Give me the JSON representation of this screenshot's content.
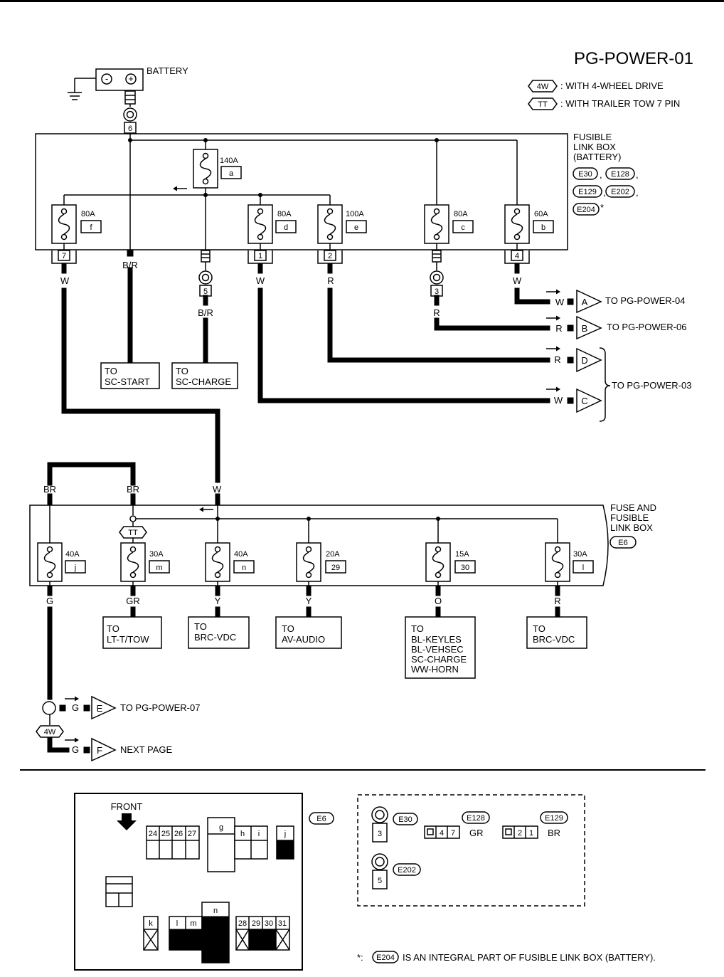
{
  "title": "PG-POWER-01",
  "legend": [
    {
      "tag": "4W",
      "text": ": WITH 4-WHEEL DRIVE"
    },
    {
      "tag": "TT",
      "text": ": WITH TRAILER TOW 7 PIN"
    }
  ],
  "battery": {
    "label": "BATTERY",
    "minus": "-",
    "plus": "+",
    "terminal": "6"
  },
  "fusible_link_box": {
    "label_lines": [
      "FUSIBLE",
      "LINK BOX",
      "(BATTERY)"
    ],
    "connectors": [
      "E30",
      "E128",
      "E129",
      "E202",
      "E204"
    ],
    "asterisk": "*",
    "fuses": [
      {
        "amp": "140A",
        "id": "a"
      },
      {
        "amp": "80A",
        "id": "f"
      },
      {
        "amp": "80A",
        "id": "d"
      },
      {
        "amp": "100A",
        "id": "e"
      },
      {
        "amp": "80A",
        "id": "c"
      },
      {
        "amp": "60A",
        "id": "b"
      }
    ],
    "terminals": [
      "7",
      "5",
      "1",
      "2",
      "3",
      "4"
    ],
    "wire_colors": [
      "W",
      "B/R",
      "B/R",
      "W",
      "R",
      "R",
      "W"
    ]
  },
  "outputs_top": [
    {
      "color": "W",
      "conn": "A",
      "text": "TO PG-POWER-04"
    },
    {
      "color": "R",
      "conn": "B",
      "text": "TO PG-POWER-06"
    },
    {
      "color": "R",
      "conn": "D",
      "text": ""
    },
    {
      "color": "W",
      "conn": "C",
      "text": ""
    }
  ],
  "bracket_text": "TO PG-POWER-03",
  "to_boxes_top": [
    {
      "lines": [
        "TO",
        "SC-START"
      ]
    },
    {
      "lines": [
        "TO",
        "SC-CHARGE"
      ]
    }
  ],
  "fuse_box_e6": {
    "label_lines": [
      "FUSE AND",
      "FUSIBLE",
      "LINK BOX"
    ],
    "connector": "E6",
    "top_wire_colors": [
      "BR",
      "BR",
      "W"
    ],
    "tt_tag": "TT",
    "fuses": [
      {
        "amp": "40A",
        "id": "j",
        "wire": "G"
      },
      {
        "amp": "30A",
        "id": "m",
        "wire": "GR"
      },
      {
        "amp": "40A",
        "id": "n",
        "wire": "Y"
      },
      {
        "amp": "20A",
        "id": "29",
        "wire": "Y"
      },
      {
        "amp": "15A",
        "id": "30",
        "wire": "O"
      },
      {
        "amp": "30A",
        "id": "l",
        "wire": "R"
      }
    ]
  },
  "to_boxes_bottom": [
    {
      "lines": [
        "TO",
        "LT-T/TOW"
      ]
    },
    {
      "lines": [
        "TO",
        "BRC-VDC"
      ]
    },
    {
      "lines": [
        "TO",
        "AV-AUDIO"
      ]
    },
    {
      "lines": [
        "TO",
        "BL-KEYLES",
        "BL-VEHSEC",
        "SC-CHARGE",
        "WW-HORN"
      ]
    },
    {
      "lines": [
        "TO",
        "BRC-VDC"
      ]
    }
  ],
  "outputs_bottom": [
    {
      "color": "G",
      "conn": "E",
      "text": "TO PG-POWER-07"
    },
    {
      "tag": "4W",
      "color": "G",
      "conn": "F",
      "text": "NEXT PAGE"
    }
  ],
  "connector_view": {
    "front": "FRONT",
    "connector": "E6",
    "slots": [
      "24",
      "25",
      "26",
      "27",
      "g",
      "h",
      "i",
      "j",
      "k",
      "l",
      "m",
      "n",
      "28",
      "29",
      "30",
      "31"
    ]
  },
  "connector_detail": {
    "items": [
      {
        "conn": "E30",
        "pin": "3"
      },
      {
        "conn": "E128",
        "pins": [
          "4",
          "7"
        ],
        "color": "GR"
      },
      {
        "conn": "E129",
        "pins": [
          "2",
          "1"
        ],
        "color": "BR"
      },
      {
        "conn": "E202",
        "pin": "5"
      }
    ]
  },
  "footnote": {
    "star": "*:",
    "conn": "E204",
    "text": "IS AN INTEGRAL PART OF FUSIBLE LINK BOX (BATTERY)."
  }
}
